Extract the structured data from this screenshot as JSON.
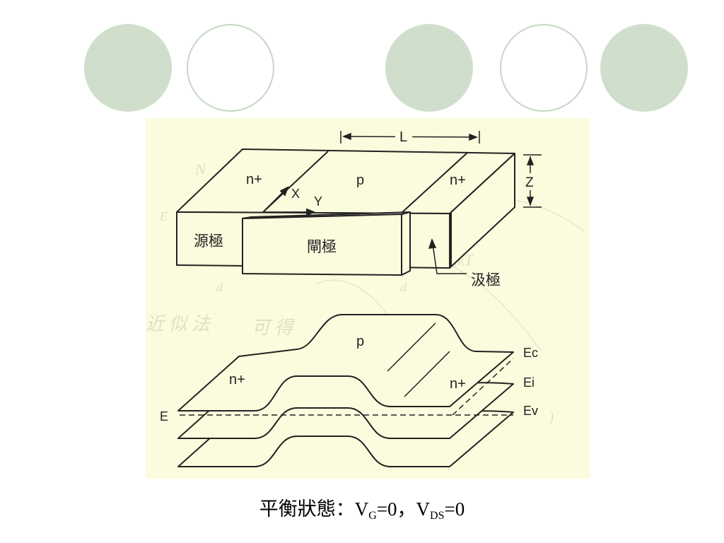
{
  "decorations": {
    "circle_color_filled": "#cfdfcc",
    "circle_color_outline": "#c5d8c2",
    "pattern": [
      "filled",
      "hollow",
      "filled",
      "hollow",
      "filled"
    ]
  },
  "figure": {
    "background": "#fbfbde",
    "device": {
      "length_label": "L",
      "width_label": "Z",
      "x_axis_label": "X",
      "y_axis_label": "Y",
      "source_region": "n+",
      "channel_region": "p",
      "drain_region": "n+",
      "source_label": "源極",
      "gate_label": "閘極",
      "drain_label": "汲極"
    },
    "band_diagram": {
      "left_region": "n+",
      "center_region": "p",
      "right_region": "n+",
      "fermi_level_label": "E",
      "ec_label": "Ec",
      "ei_label": "Ei",
      "ev_label": "Ev"
    }
  },
  "caption": {
    "prefix": "平衡狀態：V",
    "vg_sub": "G",
    "vg_eq": "=0，V",
    "vds_sub": "DS",
    "vds_eq": "=0"
  }
}
